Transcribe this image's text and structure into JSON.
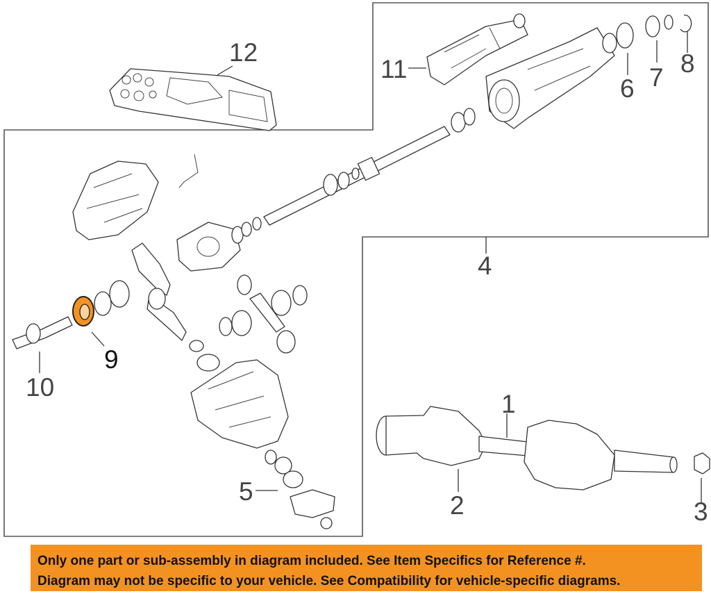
{
  "callouts": {
    "c1": "1",
    "c2": "2",
    "c3": "3",
    "c4": "4",
    "c5": "5",
    "c6": "6",
    "c7": "7",
    "c8": "8",
    "c9": "9",
    "c10": "10",
    "c11": "11",
    "c12": "12"
  },
  "highlight_color": "#f39221",
  "notice": {
    "line1": "Only one part or sub-assembly in diagram included. See Item Specifics for Reference #.",
    "line2": "Diagram may not be specific to your vehicle. See Compatibility for vehicle-specific diagrams."
  }
}
